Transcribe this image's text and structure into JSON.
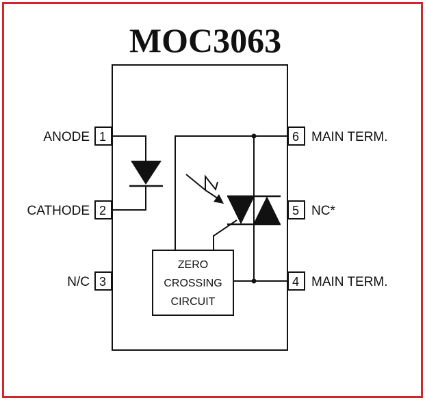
{
  "title": "MOC3063",
  "pins": [
    {
      "num": "1",
      "label": "ANODE"
    },
    {
      "num": "2",
      "label": "CATHODE"
    },
    {
      "num": "3",
      "label": "N/C"
    },
    {
      "num": "6",
      "label": "MAIN TERM."
    },
    {
      "num": "5",
      "label": "NC*"
    },
    {
      "num": "4",
      "label": "MAIN TERM."
    }
  ],
  "zero_crossing": {
    "line1": "ZERO",
    "line2": "CROSSING",
    "line3": "CIRCUIT"
  },
  "colors": {
    "frame": "#d0262d",
    "ink": "#111111"
  }
}
